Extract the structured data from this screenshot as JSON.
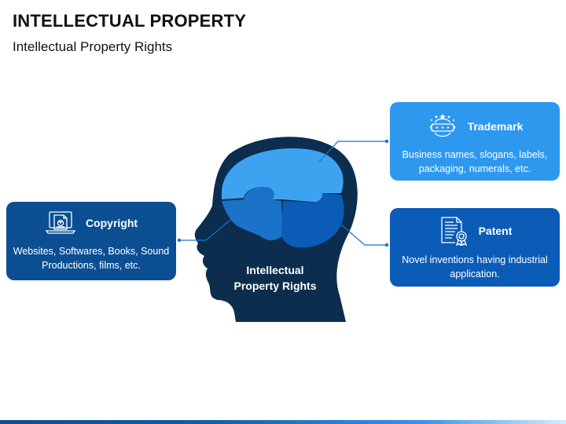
{
  "header": {
    "title": "INTELLECTUAL PROPERTY",
    "subtitle": "Intellectual Property Rights"
  },
  "center": {
    "line1": "Intellectual",
    "line2": "Property Rights"
  },
  "cards": {
    "trademark": {
      "label": "Trademark",
      "description": "Business names, slogans, labels, packaging, numerals, etc.",
      "icon": "trademark-stars-icon",
      "color": "#2e98ef"
    },
    "patent": {
      "label": "Patent",
      "description": "Novel inventions having industrial application.",
      "icon": "certificate-icon",
      "color": "#0b5cb6"
    },
    "copyright": {
      "label": "Copyright",
      "description": "Websites, Softwares, Books, Sound Productions, films, etc.",
      "icon": "laptop-document-icon",
      "color": "#0b4f92"
    }
  },
  "colors": {
    "head_silhouette": "#0c2d4e",
    "brain_light": "#3da3f1",
    "brain_mid": "#1a73c8",
    "brain_dark": "#0b5cb6",
    "connector": "#1a73c8"
  }
}
